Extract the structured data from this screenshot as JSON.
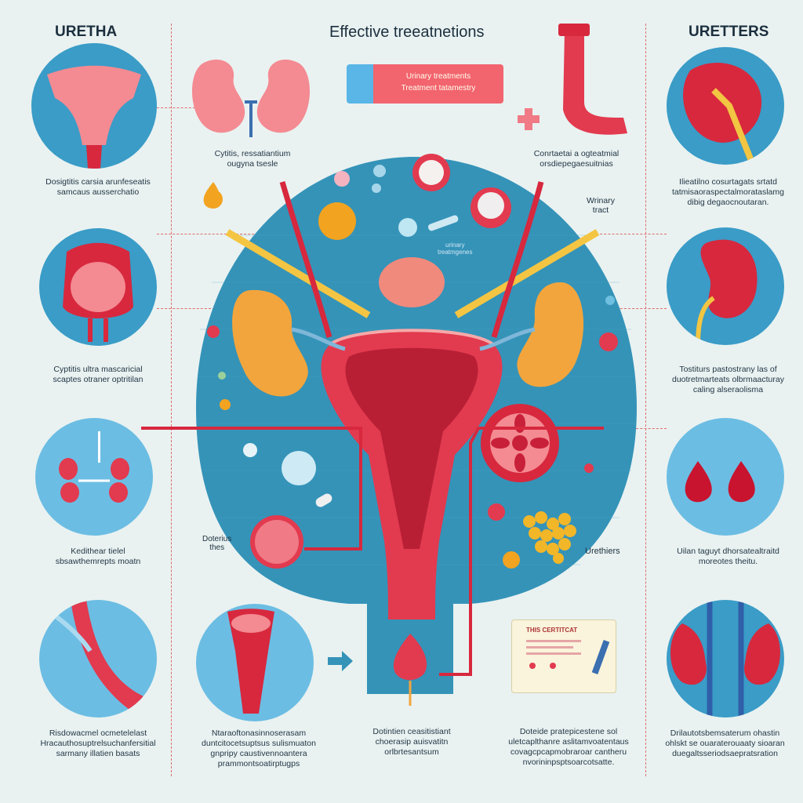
{
  "headers": {
    "left": "URETHA",
    "center": "Effective treeatnetions",
    "right": "URETTERS"
  },
  "banner": {
    "line1": "Urinary treatments",
    "line2": "Treatment tatamestry"
  },
  "labels": {
    "urinary_tract": "Wrinary\ntract",
    "urethers": "Urethiers",
    "doterius": "Doterius\nthes",
    "center_small": "urinary\ntreatmgenes",
    "certificate_title": "THIS CERTITCAT"
  },
  "captions": {
    "c1": "Dosigtitis carsia arunfeseatis\nsamcaus ausserchatio",
    "c2": "Cyptitis ultra mascaricial\nscaptes otraner optritilan",
    "c3": "Kedithear tielel\nsbsawthemrepts moatn",
    "c4": "Risdowacmel ocmetelelast\nHracauthosuptrelsuchanfersitial\nsarmany illatien basats",
    "c5": "Ntaraoftonasinnoserasam\nduntcitocetsuptsus sulismuaton\ngnpripy caustivennoantera\nprammontsoatirptugps",
    "c6": "Dotintien ceasitistiant\nchoerasip auisvatitn\norlbrtesantsum",
    "c7": "Doteide pratepicestene sol\nuletcaplthanre aslitamvoatentaus\ncovagcpcapmobraroar cantheru\nnvorininpsptsoarcotsatte.",
    "c8": "Drilautotsbemsaterum ohastin\nohlskt se ouaraterouaaty sioaran\nduegaltsseriodsaepratsration",
    "r1": "Ilieatilno cosurtagats srtatd\ntatmisaoraspectalmorataslamg\ndibig degaocnoutaran.",
    "r2": "Tostiturs pastostrany las of\nduotretmarteats olbrmaacturay\ncaling alseraolisma",
    "r3": "Uilan taguyt dhorsatealtraitd\nmoreotes theitu.",
    "t1": "Cytitis, ressatiantium\nougyna tsesle",
    "t2": "Conrtaetai a ogteatmial\norsdiepegaesuitnias"
  },
  "colors": {
    "bg": "#e9f2f1",
    "circle_blue": "#3a9cc7",
    "center_blue": "#3593b8",
    "organ_red": "#e23a4f",
    "kidney_orange": "#f2a53c",
    "dash_red": "#e26b6b"
  }
}
